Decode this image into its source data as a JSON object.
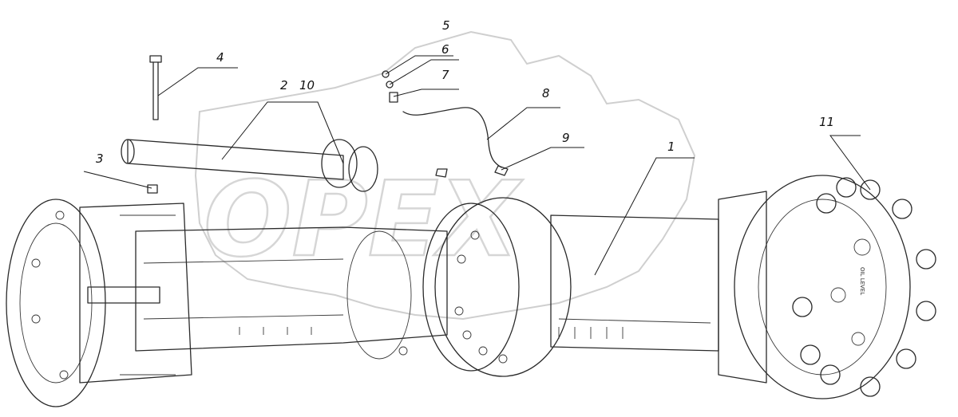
{
  "diagram": {
    "watermark": "OPEX",
    "callouts": [
      {
        "id": "c1",
        "label": "1"
      },
      {
        "id": "c2",
        "label": "2"
      },
      {
        "id": "c3",
        "label": "3"
      },
      {
        "id": "c4",
        "label": "4"
      },
      {
        "id": "c5",
        "label": "5"
      },
      {
        "id": "c6",
        "label": "6"
      },
      {
        "id": "c7",
        "label": "7"
      },
      {
        "id": "c8",
        "label": "8"
      },
      {
        "id": "c9",
        "label": "9"
      },
      {
        "id": "c10",
        "label": "10"
      },
      {
        "id": "c11",
        "label": "11"
      }
    ],
    "housing_stamp": "OIL LEVEL"
  }
}
